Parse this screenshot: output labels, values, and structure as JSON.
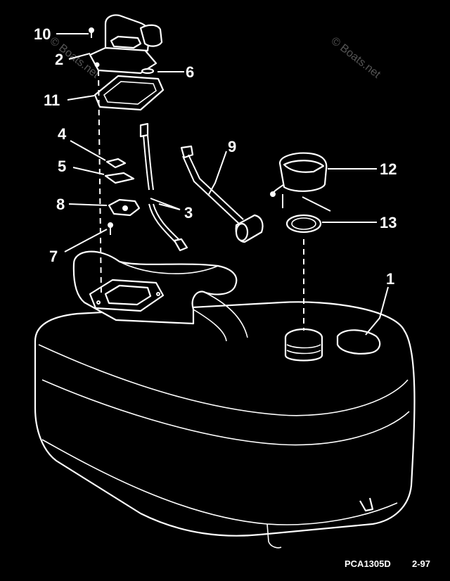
{
  "callouts": [
    {
      "id": "1",
      "label": "1"
    },
    {
      "id": "2",
      "label": "2"
    },
    {
      "id": "3",
      "label": "3"
    },
    {
      "id": "4",
      "label": "4"
    },
    {
      "id": "5",
      "label": "5"
    },
    {
      "id": "6",
      "label": "6"
    },
    {
      "id": "7",
      "label": "7"
    },
    {
      "id": "8",
      "label": "8"
    },
    {
      "id": "9",
      "label": "9"
    },
    {
      "id": "10",
      "label": "10"
    },
    {
      "id": "11",
      "label": "11"
    },
    {
      "id": "12",
      "label": "12"
    },
    {
      "id": "13",
      "label": "13"
    }
  ],
  "caption": {
    "code": "PCA1305D",
    "date": "2-97"
  },
  "watermark": "© Boats.net",
  "colors": {
    "background": "#000000",
    "line": "#ffffff",
    "watermark": "#555555"
  }
}
